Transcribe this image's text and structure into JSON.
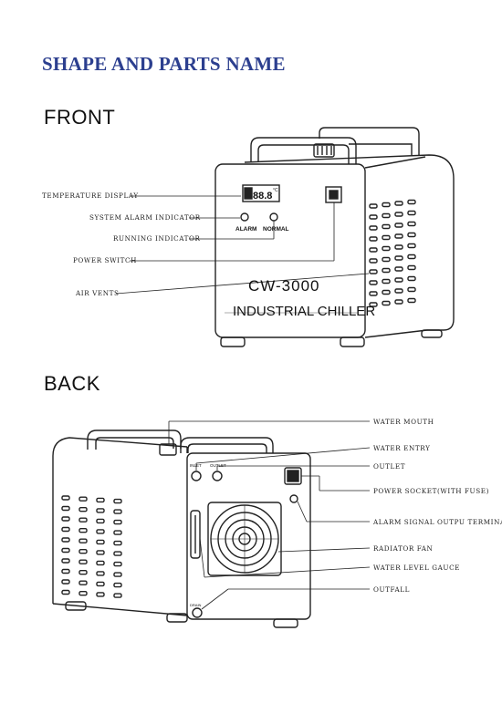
{
  "title": "SHAPE AND PARTS NAME",
  "front": {
    "heading": "FRONT",
    "display_value": "88.8",
    "display_unit": "°C",
    "alarm_label": "ALARM",
    "normal_label": "NORMAL",
    "model": "CW-3000",
    "product": "INDUSTRIAL CHILLER",
    "callouts": [
      "TEMPERATURE DISPLAY",
      "SYSTEM ALARM INDICATOR",
      "RUNNING INDICATOR",
      "POWER SWITCH",
      "AIR VENTS"
    ]
  },
  "back": {
    "heading": "BACK",
    "inlet_label": "INLET",
    "outlet_label": "OUTLET",
    "drain_label": "DRAIN",
    "callouts": [
      "WATER MOUTH",
      "WATER ENTRY",
      "OUTLET",
      "POWER SOCKET(WITH FUSE)",
      "ALARM SIGNAL OUTPU TERMINAL",
      "RADIATOR FAN",
      "WATER LEVEL GAUCE",
      "OUTFALL"
    ]
  },
  "colors": {
    "title": "#2c3f8f",
    "line": "#222222"
  }
}
